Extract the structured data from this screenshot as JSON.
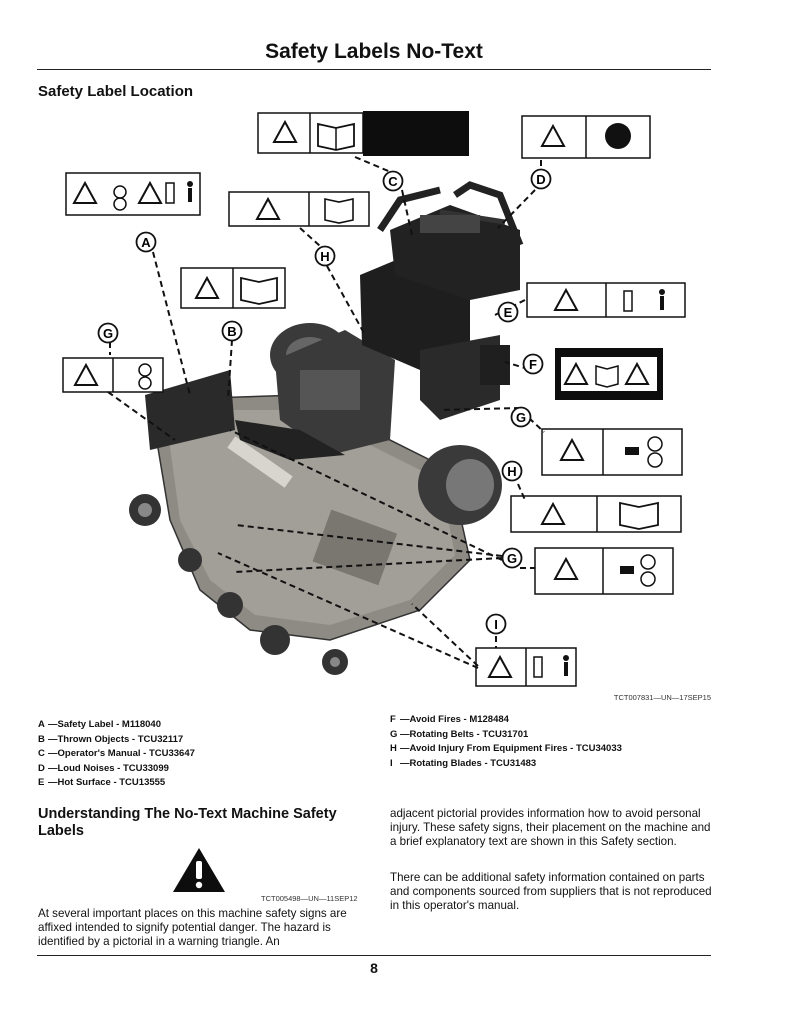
{
  "page": {
    "title": "Safety Labels No-Text",
    "number": "8"
  },
  "section": {
    "title": "Safety Label Location",
    "figure_code": "TCT007831—UN—17SEP15"
  },
  "callouts": [
    "C",
    "D",
    "A",
    "H",
    "B",
    "G",
    "E",
    "F",
    "G",
    "H",
    "G",
    "I"
  ],
  "legend": {
    "left": [
      {
        "key": "A",
        "text": "—Safety Label - M118040"
      },
      {
        "key": "B",
        "text": "—Thrown Objects - TCU32117"
      },
      {
        "key": "C",
        "text": "—Operator's Manual - TCU33647"
      },
      {
        "key": "D",
        "text": "—Loud Noises - TCU33099"
      },
      {
        "key": "E",
        "text": "—Hot Surface - TCU13555"
      }
    ],
    "right": [
      {
        "key": "F",
        "text": "—Avoid Fires - M128484"
      },
      {
        "key": "G",
        "text": "—Rotating Belts - TCU31701"
      },
      {
        "key": "H",
        "text": "—Avoid Injury From Equipment Fires - TCU34033"
      },
      {
        "key": "I",
        "text": "—Rotating Blades - TCU31483"
      }
    ]
  },
  "subsection": {
    "title": "Understanding The No-Text Machine Safety Labels",
    "image_code": "TCT005498—UN—11SEP12",
    "para_left": "At several important places on this machine safety signs are affixed intended to signify potential danger. The hazard is identified by a pictorial in a warning triangle. An",
    "para_right_1": "adjacent pictorial provides information how to avoid personal injury. These safety signs, their placement on the machine and a brief explanatory text are shown in this Safety section.",
    "para_right_2": "There can be additional safety information contained on parts and components sourced from suppliers that is not reproduced in this operator's manual."
  },
  "colors": {
    "text": "#111111",
    "machine_dark": "#2a2a2a",
    "deck": "#8e8a84"
  }
}
